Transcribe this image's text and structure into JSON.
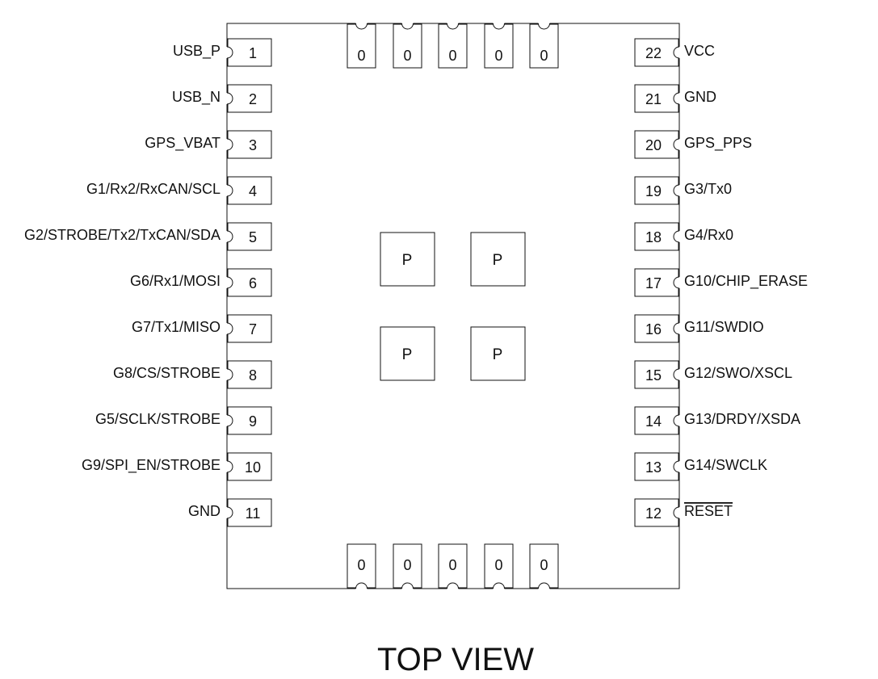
{
  "view_title": "TOP VIEW",
  "left_pins": [
    {
      "number": "1",
      "label": "USB_P"
    },
    {
      "number": "2",
      "label": "USB_N"
    },
    {
      "number": "3",
      "label": "GPS_VBAT"
    },
    {
      "number": "4",
      "label": "G1/Rx2/RxCAN/SCL"
    },
    {
      "number": "5",
      "label": "G2/STROBE/Tx2/TxCAN/SDA"
    },
    {
      "number": "6",
      "label": "G6/Rx1/MOSI"
    },
    {
      "number": "7",
      "label": "G7/Tx1/MISO"
    },
    {
      "number": "8",
      "label": "G8/CS/STROBE"
    },
    {
      "number": "9",
      "label": "G5/SCLK/STROBE"
    },
    {
      "number": "10",
      "label": "G9/SPI_EN/STROBE"
    },
    {
      "number": "11",
      "label": "GND"
    }
  ],
  "right_pins": [
    {
      "number": "22",
      "label": "VCC"
    },
    {
      "number": "21",
      "label": "GND"
    },
    {
      "number": "20",
      "label": "GPS_PPS"
    },
    {
      "number": "19",
      "label": "G3/Tx0"
    },
    {
      "number": "18",
      "label": "G4/Rx0"
    },
    {
      "number": "17",
      "label": "G10/CHIP_ERASE"
    },
    {
      "number": "16",
      "label": "G11/SWDIO"
    },
    {
      "number": "15",
      "label": "G12/SWO/XSCL"
    },
    {
      "number": "14",
      "label": "G13/DRDY/XSDA"
    },
    {
      "number": "13",
      "label": "G14/SWCLK"
    },
    {
      "number": "12",
      "label": "RESET",
      "overline": true
    }
  ],
  "top_pads": [
    "0",
    "0",
    "0",
    "0",
    "0"
  ],
  "bottom_pads": [
    "0",
    "0",
    "0",
    "0",
    "0"
  ],
  "center_pads": [
    "P",
    "P",
    "P",
    "P"
  ]
}
